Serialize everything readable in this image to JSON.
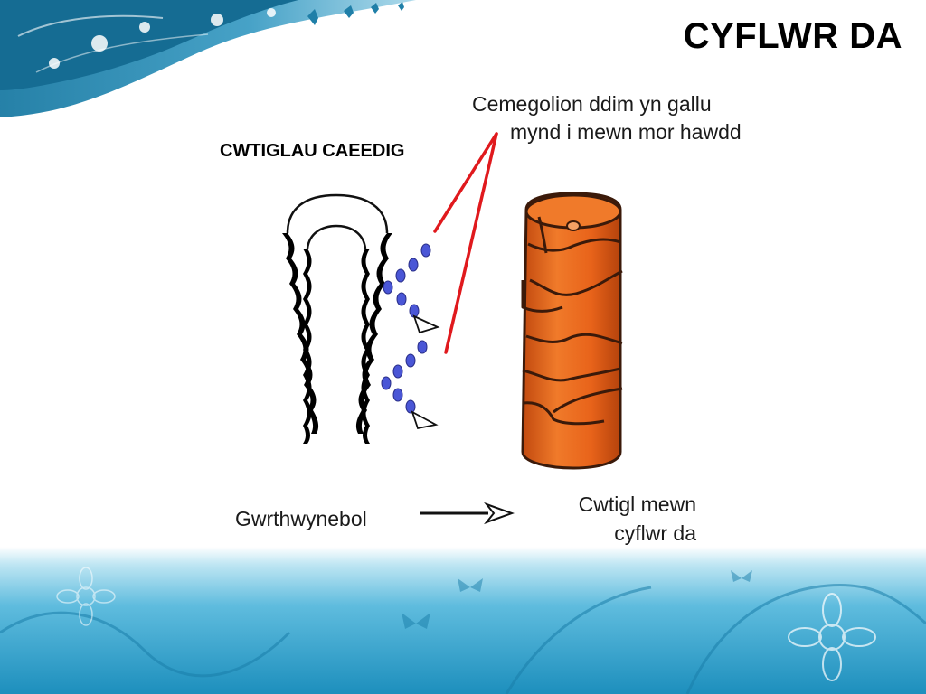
{
  "slide": {
    "title": "CYFLWR DA",
    "subtitle": "CWTIGLAU CAEEDIG"
  },
  "diagram": {
    "chemical_label_line1": "Cemegolion ddim yn gallu",
    "chemical_label_line2": "mynd i mewn mor hawdd",
    "left_label": "Gwrthwynebol",
    "right_label_line1": "Cwtigl mewn",
    "right_label_line2": "cyflwr da"
  },
  "colors": {
    "decor_teal": "#1f7fa8",
    "decor_light": "#6fc1de",
    "pointer_red": "#e0191d",
    "molecule_blue": "#4a56d6",
    "hair_orange": "#e8631a",
    "hair_outline": "#3b1a0a"
  }
}
